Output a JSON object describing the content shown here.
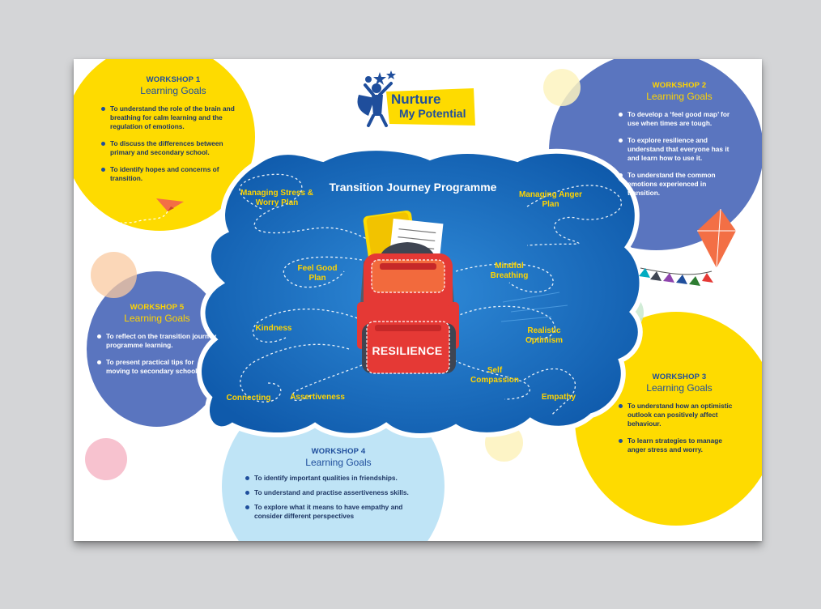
{
  "logo": {
    "line1": "Nurture",
    "line2": "My Potential"
  },
  "programme_title": "Transition Journey Programme",
  "centre_label": "RESILIENCE",
  "topics": {
    "managing_stress": "Managing Stress & Worry Plan",
    "managing_anger": "Managing Anger Plan",
    "feel_good": "Feel Good Plan",
    "mindful": "Mindful Breathing",
    "kindness": "Kindness",
    "realistic": "Realistic Optimism",
    "self_compassion": "Self Compassion",
    "connecting": "Connecting",
    "assertiveness": "Assertiveness",
    "empathy": "Empathy"
  },
  "workshops": [
    {
      "title": "WORKSHOP 1",
      "subtitle": "Learning Goals",
      "goals": [
        "To understand the role of the brain and breathing for calm learning and the regulation of emotions.",
        "To discuss the differences between primary and secondary school.",
        "To identify hopes and concerns of transition."
      ]
    },
    {
      "title": "WORKSHOP 2",
      "subtitle": "Learning Goals",
      "goals": [
        "To develop a ‘feel good map’ for use when times are tough.",
        "To explore resilience and understand that everyone has it and learn how to use it.",
        "To understand the common emotions experienced in transition."
      ]
    },
    {
      "title": "WORKSHOP 3",
      "subtitle": "Learning Goals",
      "goals": [
        "To understand how an optimistic outlook can positively affect behaviour.",
        "To learn strategies to manage anger stress and worry."
      ]
    },
    {
      "title": "WORKSHOP 4",
      "subtitle": "Learning Goals",
      "goals": [
        "To identify important qualities in friendships.",
        "To understand and practise assertiveness skills.",
        "To explore what it means to have empathy and consider different perspectives"
      ]
    },
    {
      "title": "WORKSHOP 5",
      "subtitle": "Learning Goals",
      "goals": [
        "To reflect on the transition journey programme learning.",
        "To present practical tips for moving to secondary school."
      ]
    }
  ],
  "colors": {
    "yellow": "#fedb00",
    "blue_circle": "#5a75bf",
    "light_blue": "#bfe4f6",
    "cloud_blue": "#1565b8",
    "topic_yellow": "#ffd400",
    "backpack_red": "#e53935"
  }
}
